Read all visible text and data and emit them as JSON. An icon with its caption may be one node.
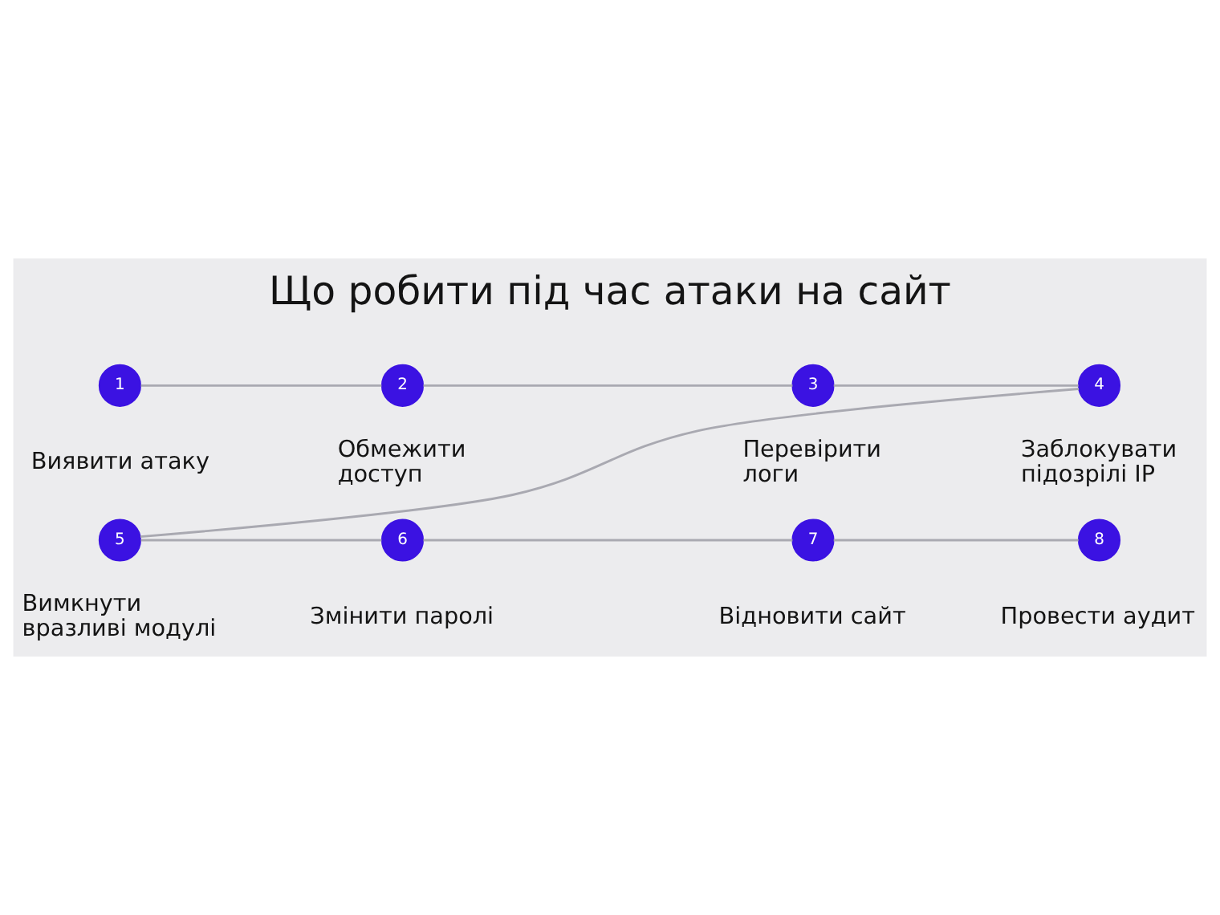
{
  "diagram": {
    "title": "Що робити під час атаки на сайт",
    "nodes": [
      {
        "text": [
          "1"
        ],
        "beside": [
          "Виявити атаку"
        ]
      },
      {
        "text": [
          "2"
        ],
        "beside": [
          "Обмежити доступ"
        ]
      },
      {
        "text": [
          "3"
        ],
        "beside": [
          "Перевірити логи"
        ]
      },
      {
        "text": [
          "4"
        ],
        "beside": [
          "Заблокувати підозрілі IP"
        ]
      },
      {
        "text": [
          "5"
        ],
        "beside": [
          "Вимкнути вразливі модулі"
        ]
      },
      {
        "text": [
          "6"
        ],
        "beside": [
          "Змінити паролі"
        ]
      },
      {
        "text": [
          "7"
        ],
        "beside": [
          "Відновити сайт"
        ]
      },
      {
        "text": [
          "8"
        ],
        "beside": [
          "Провести аудит"
        ]
      }
    ],
    "edges": [
      {
        "from": 0,
        "to": 1,
        "arrow": "none"
      },
      {
        "from": 1,
        "to": 2,
        "arrow": "none"
      },
      {
        "from": 2,
        "to": 3,
        "arrow": "none"
      },
      {
        "from": 3,
        "to": 4,
        "arrow": "none"
      },
      {
        "from": 4,
        "to": 5,
        "arrow": "none"
      },
      {
        "from": 5,
        "to": 6,
        "arrow": "none"
      },
      {
        "from": 6,
        "to": 7,
        "arrow": "none"
      }
    ]
  }
}
